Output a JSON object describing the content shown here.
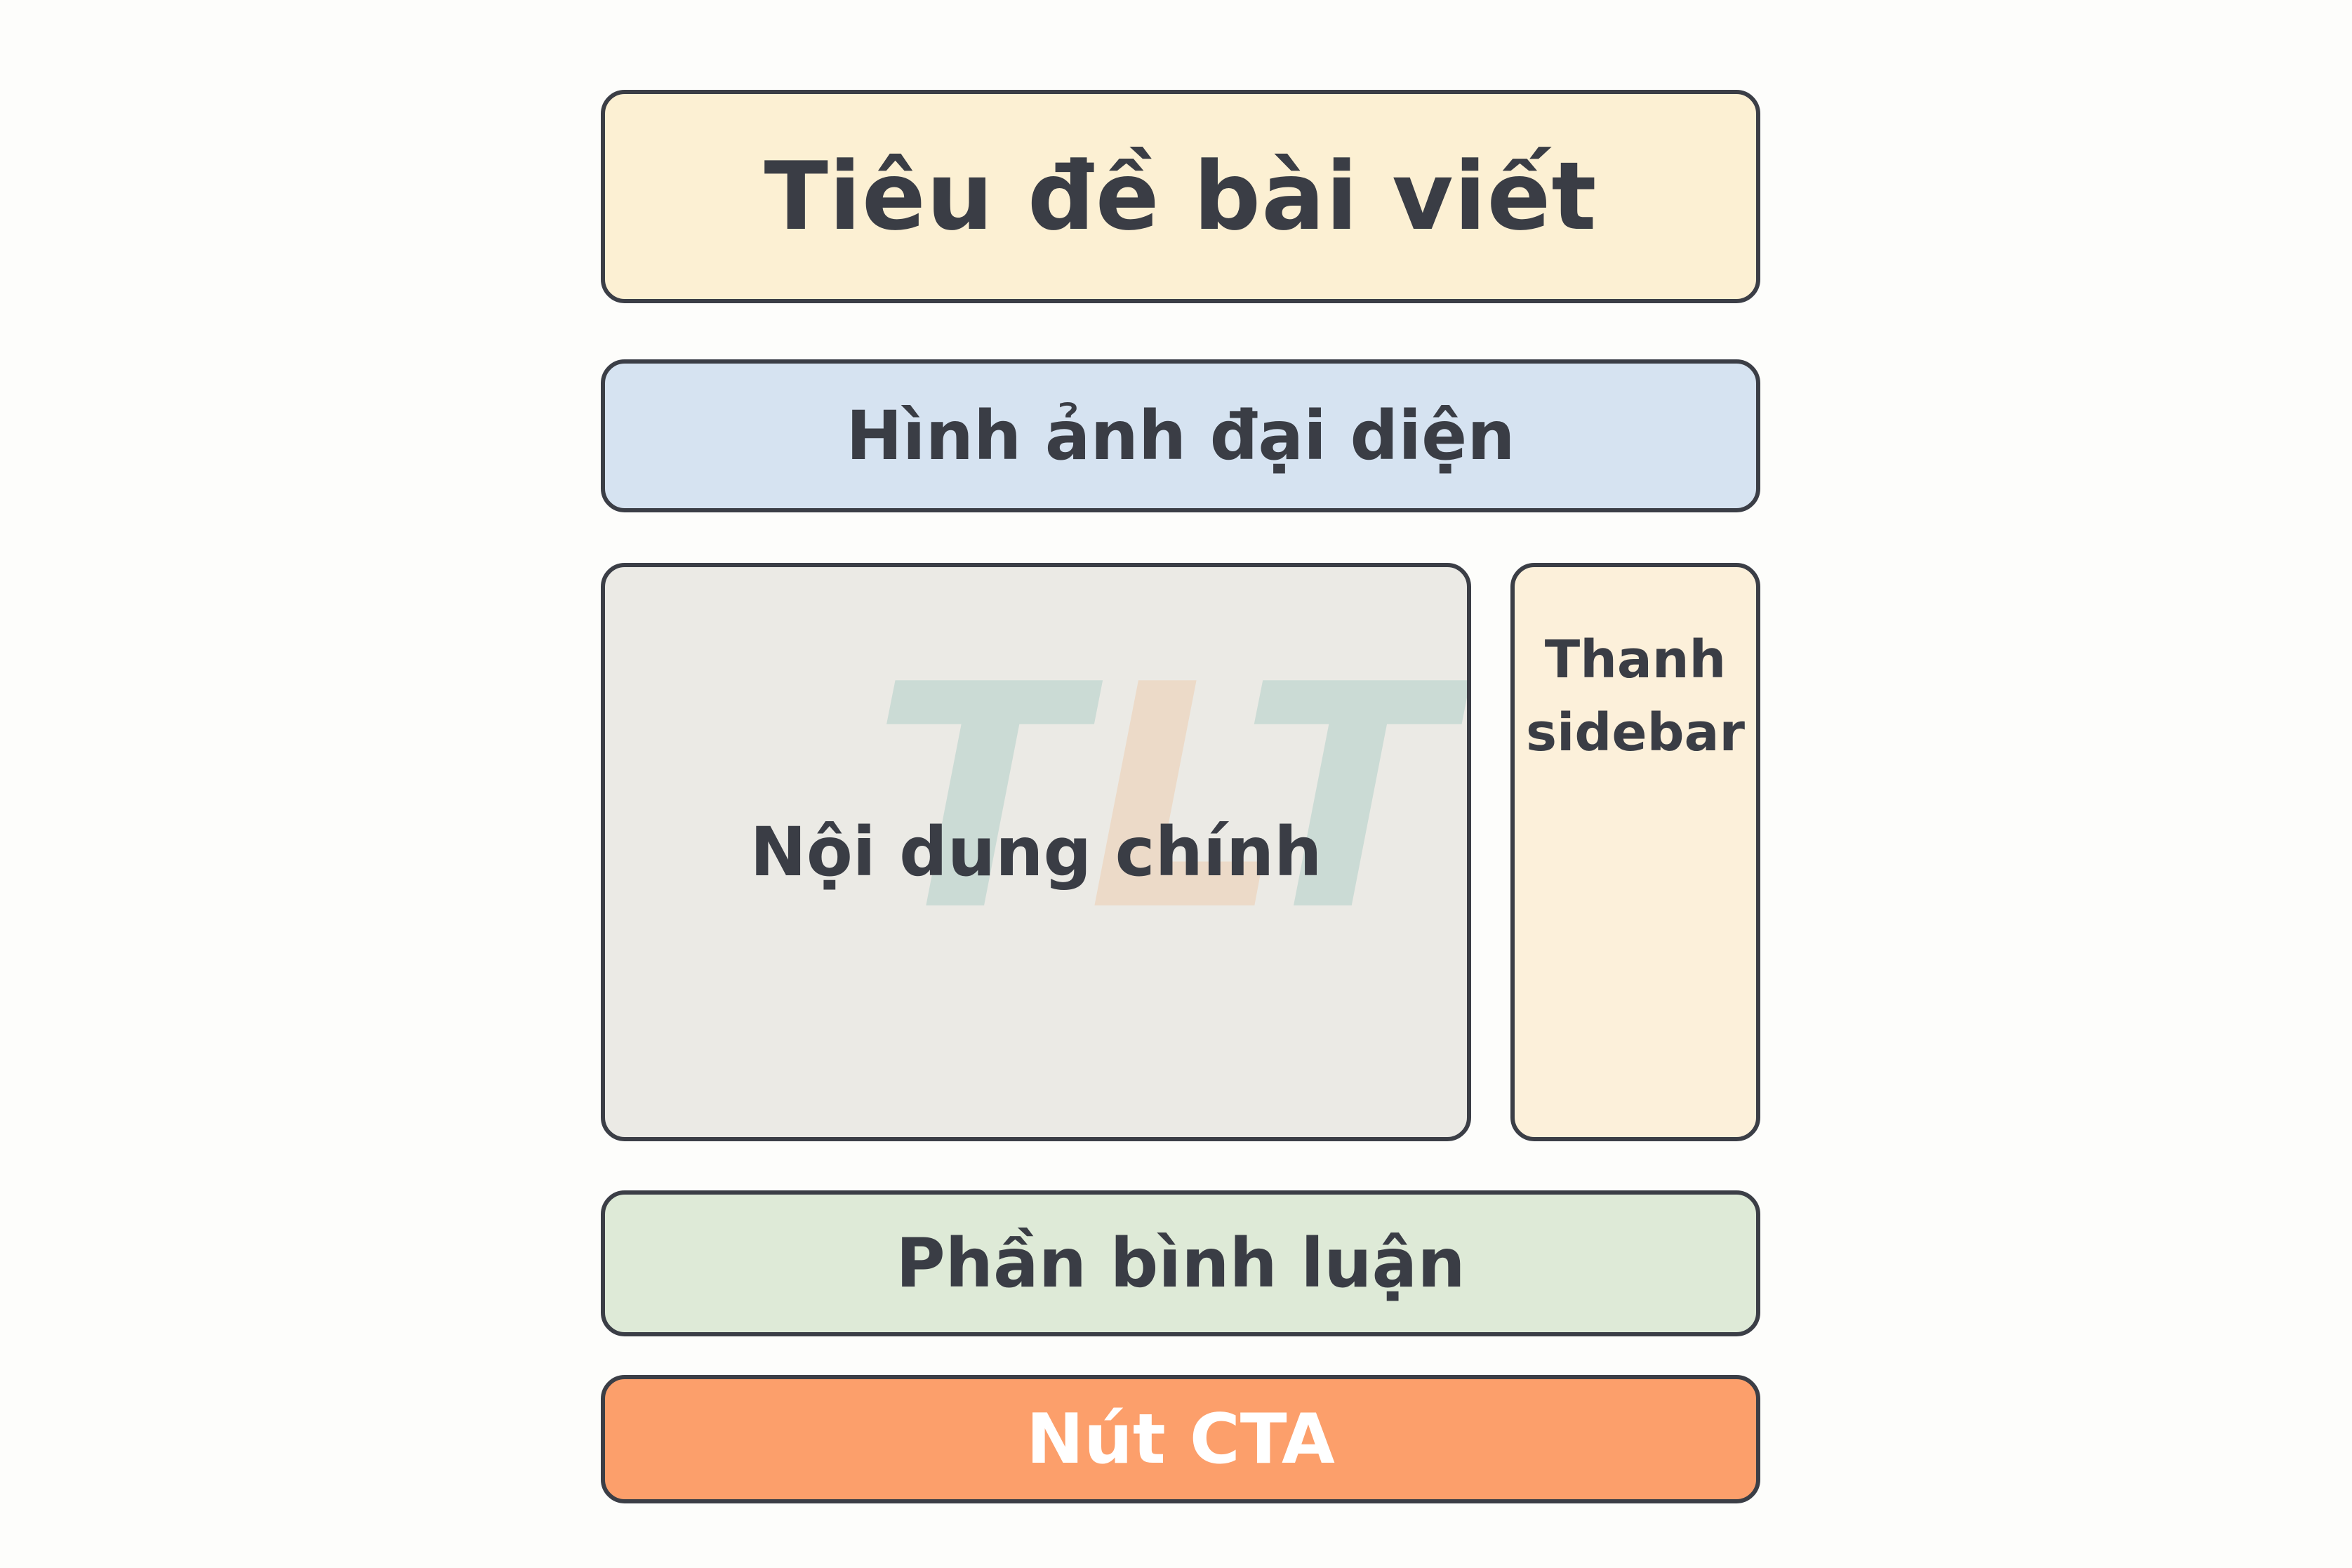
{
  "blocks": {
    "title": {
      "label": "Tiêu đề bài viết",
      "color": "#fcf0d3"
    },
    "featured_image": {
      "label": "Hình ảnh đại diện",
      "color": "#d6e3f1"
    },
    "main_content": {
      "label": "Nội dung chính",
      "color": "#ebeae5"
    },
    "sidebar": {
      "label_line1": "Thanh",
      "label_line2": "sidebar",
      "color": "#fcf0da"
    },
    "comments": {
      "label": "Phần bình luận",
      "color": "#deead7"
    },
    "cta": {
      "label": "Nút CTA",
      "color": "#fc9f6b"
    }
  },
  "watermark": {
    "letter1": "T",
    "letter2": "L",
    "letter3": "T",
    "colors": [
      "#5fa8a0",
      "#f3a466",
      "#5fa8a0"
    ]
  }
}
